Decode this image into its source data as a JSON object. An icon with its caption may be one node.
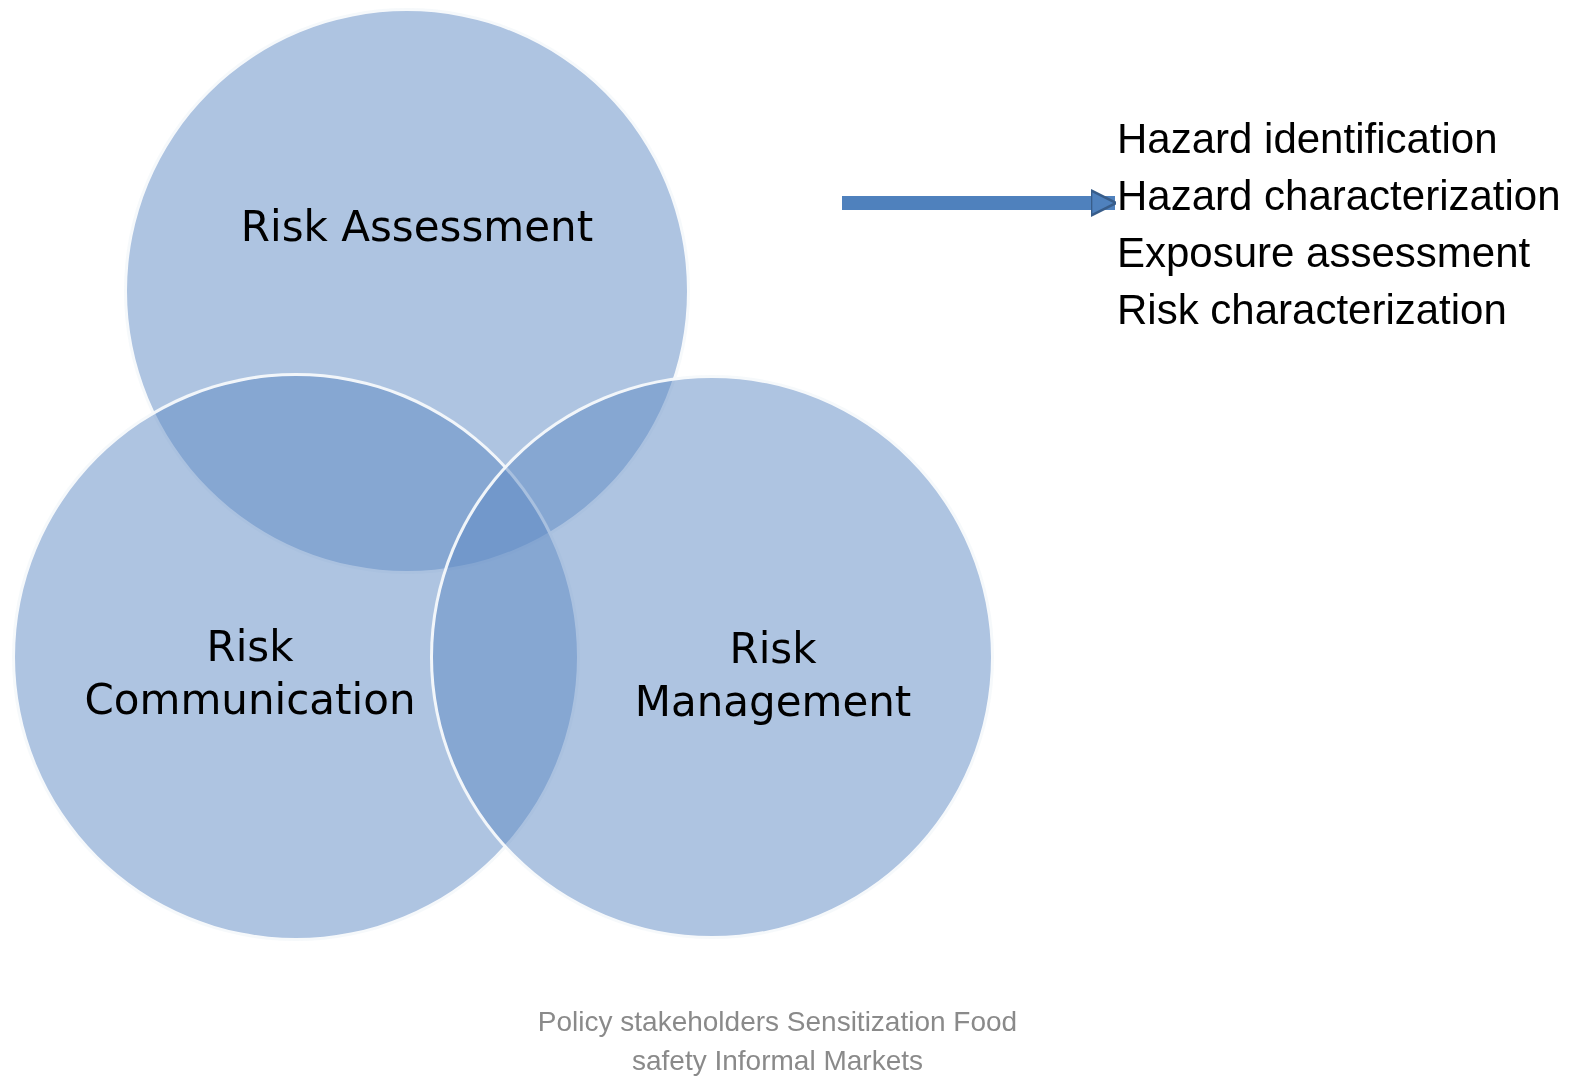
{
  "diagram": {
    "caption": "Policy stakeholders Sensitization Food safety Informal Markets",
    "nodes": [
      {
        "text": [
          "Risk Assessment"
        ]
      },
      {
        "text": [
          "Risk Communication"
        ]
      },
      {
        "text": [
          "Risk Management"
        ]
      },
      {
        "text": [
          "Hazard identification",
          "Hazard characterization",
          "Exposure assessment",
          "Risk characterization"
        ]
      }
    ],
    "edges": [
      {
        "from": null,
        "to": 3,
        "arrow": "to"
      }
    ]
  }
}
